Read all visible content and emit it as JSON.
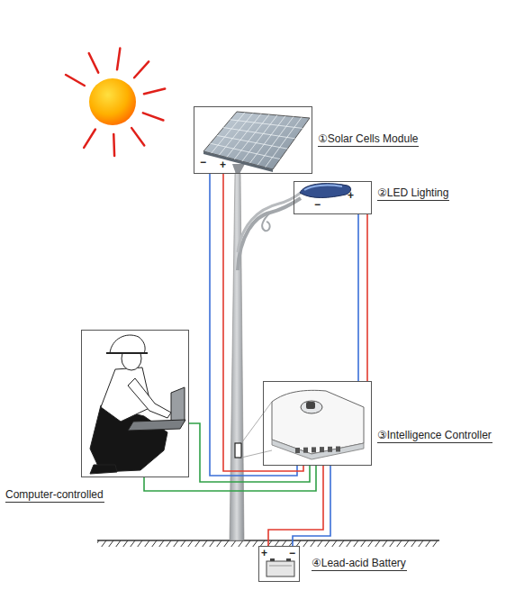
{
  "diagram": {
    "nodes": [
      {
        "text": [
          "①Solar Cells Module"
        ]
      },
      {
        "text": [
          "②LED Lighting"
        ]
      },
      {
        "text": [
          "Computer-controlled"
        ]
      },
      {
        "text": [
          "③Intelligence Controller"
        ]
      },
      {
        "text": [
          "④Lead-acid Battery"
        ]
      }
    ],
    "edges": [
      {
        "from": 0,
        "to": 3,
        "arrow": "none"
      },
      {
        "from": 1,
        "to": 3,
        "arrow": "none"
      },
      {
        "from": 2,
        "to": 3,
        "arrow": "none"
      },
      {
        "from": 4,
        "to": 3,
        "arrow": "none"
      }
    ],
    "labels": [
      "−",
      "+",
      "−",
      "+",
      "+",
      "−"
    ]
  }
}
